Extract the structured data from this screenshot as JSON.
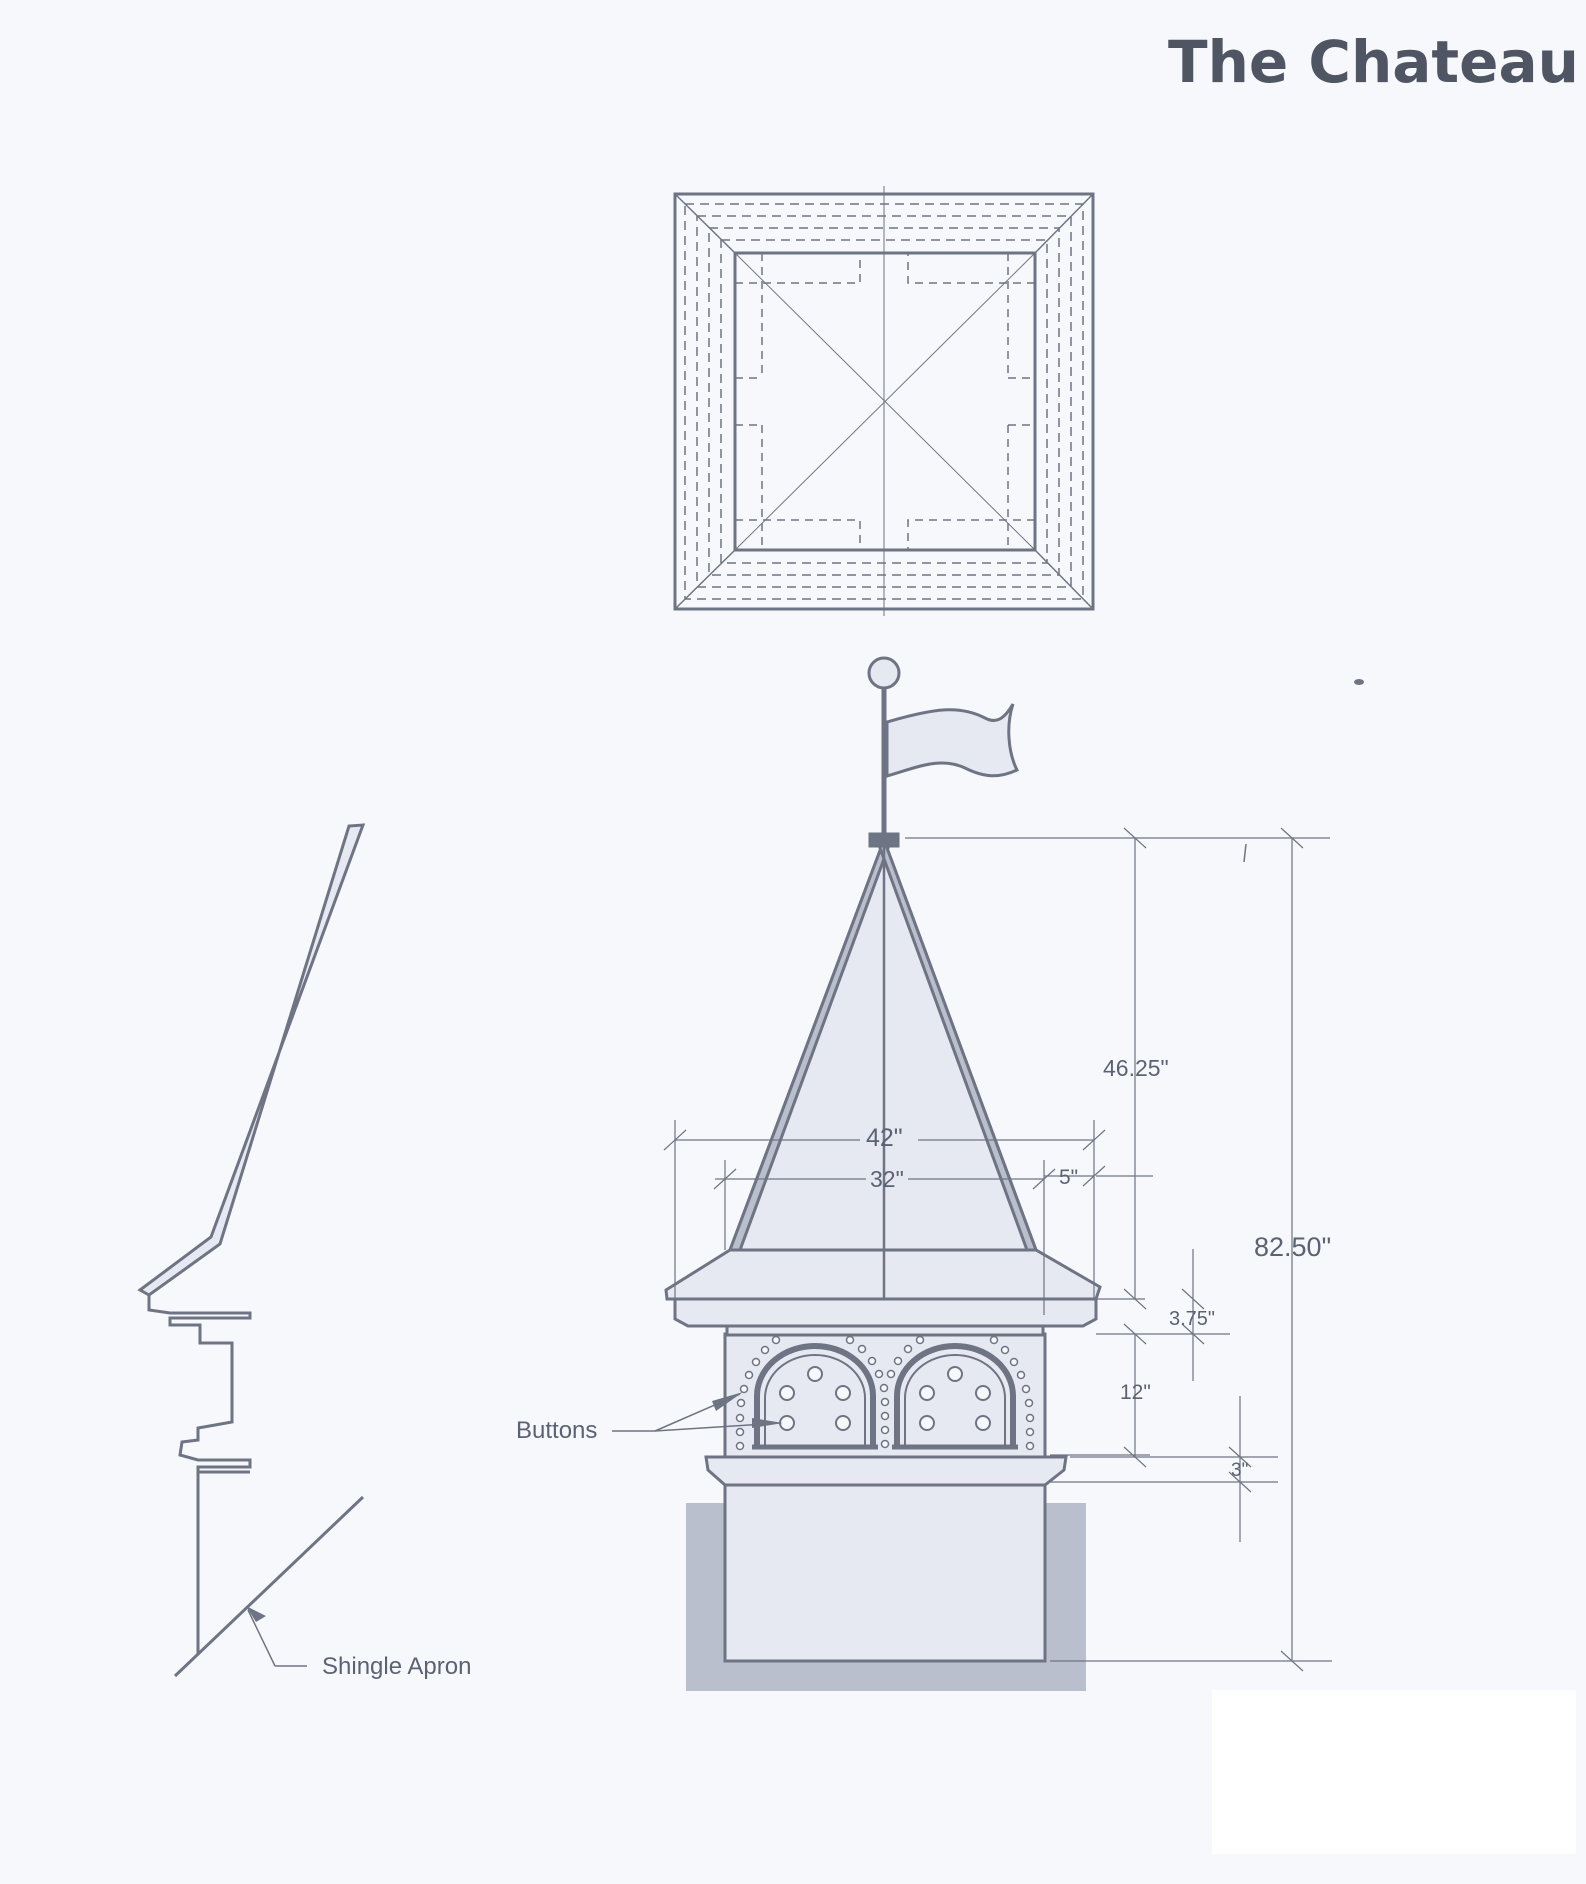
{
  "title": "The Chateau",
  "labels": {
    "buttons": "Buttons",
    "shingle_apron": "Shingle Apron"
  },
  "dimensions": {
    "overall_height": "82.50\"",
    "roof_height": "46.25\"",
    "outer_width": "42\"",
    "inner_width": "32\"",
    "overhang": "5\"",
    "cornice": "3.75\"",
    "window_band": "12\"",
    "base_trim": "3\""
  },
  "colors": {
    "line": "#6e7483",
    "fill": "#e6e9f2",
    "dark_fill": "#b9bfcc",
    "background": "#f7f8fb"
  }
}
